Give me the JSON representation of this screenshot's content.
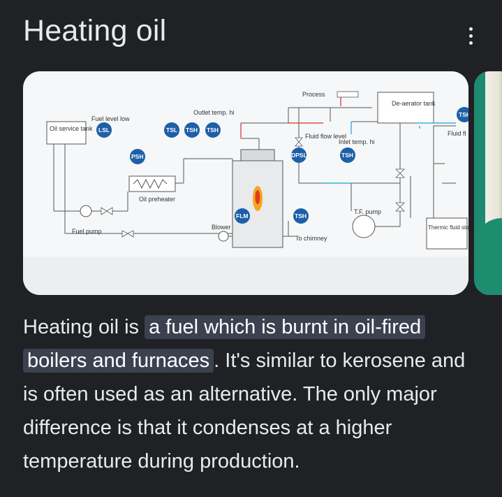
{
  "panel": {
    "title": "Heating oil",
    "more_icon": "more-vert-icon"
  },
  "image": {
    "labels": {
      "oil_service_tank": "Oil service tank",
      "fuel_level_low": "Fuel level low",
      "outlet_temp_hi": "Outlet temp. hi",
      "process": "Process",
      "de_aerator_tank": "De-aerator tank",
      "fluid_flow_level": "Fluid flow level",
      "inlet_temp_hi": "Inlet temp. hi",
      "fluid_fl": "Fluid fl",
      "oil_preheater": "Oil preheater",
      "fuel_pump": "Fuel pump",
      "blower": "Blower",
      "to_chimney": "To chimney",
      "tf_pump": "T.F. pump",
      "thermic_fluid_storage_tank": "Thermic fluid storage tank"
    },
    "tags": {
      "lsl": "LSL",
      "tsl": "TSL",
      "tsh": "TSH",
      "psh": "PSH",
      "dpsl": "DPSL",
      "flm": "FLM"
    }
  },
  "description": {
    "before": "Heating oil is ",
    "highlight": "a fuel which is burnt in oil-fired boilers and furnaces",
    "after": ". It's similar to kerosene and is often used as an alternative. The only major difference is that it condenses at a higher temperature during production."
  }
}
